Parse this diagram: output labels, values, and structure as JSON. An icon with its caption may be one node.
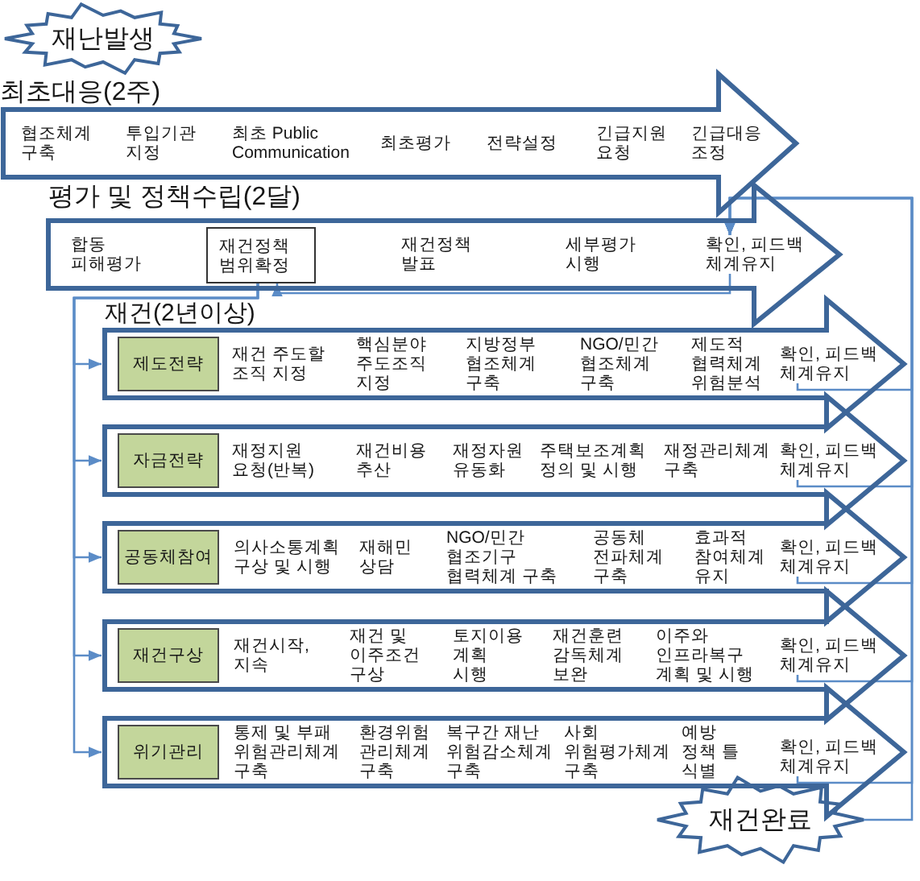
{
  "diagram": {
    "nodes": [
      {
        "text": [
          "재난발생"
        ]
      },
      {
        "text": [
          "최초대응(2주)",
          "협조체계 구축",
          "투입기관 지정",
          "최초 Public Communication",
          "최초평가",
          "전략설정",
          "긴급지원 요청",
          "긴급대응 조정"
        ]
      },
      {
        "text": [
          "평가 및 정책수립(2달)",
          "합동 피해평가",
          "재건정책 발표",
          "세부평가 시행"
        ]
      },
      {
        "text": [
          "재건정책 범위확정"
        ],
        "in": 2
      },
      {
        "text": [
          "확인, 피드백 체계유지"
        ],
        "in": 2
      },
      {
        "text": [
          "재건 주도할 조직 지정",
          "핵심분야 주도조직 지정",
          "지방정부 협조체계 구축",
          "NGO/민간 협조체계 구축",
          "제도적 협력체계 위험분석"
        ]
      },
      {
        "text": [
          "제도전략"
        ],
        "in": 5
      },
      {
        "text": [
          "확인, 피드백 체계유지"
        ],
        "in": 5
      },
      {
        "text": [
          "재정지원 요청(반복)",
          "재건비용 추산",
          "재정자원 유동화",
          "주택보조계획 정의 및 시행",
          "재정관리체계 구축"
        ]
      },
      {
        "text": [
          "자금전략"
        ],
        "in": 8
      },
      {
        "text": [
          "확인, 피드백 체계유지"
        ],
        "in": 8
      },
      {
        "text": [
          "의사소통계획 구상 및 시행",
          "재해민 상담",
          "NGO/민간 협조기구 협력체계 구축",
          "공동체 전파체계 구축",
          "효과적 참여체계 유지"
        ]
      },
      {
        "text": [
          "공동체참여"
        ],
        "in": 11
      },
      {
        "text": [
          "확인, 피드백 체계유지"
        ],
        "in": 11
      },
      {
        "text": [
          "재건시작, 지속",
          "재건 및 이주조건 구상",
          "토지이용 계획 시행",
          "재건훈련 감독체계 보완",
          "이주와 인프라복구 계획 및 시행"
        ]
      },
      {
        "text": [
          "재건구상"
        ],
        "in": 14
      },
      {
        "text": [
          "확인, 피드백 체계유지"
        ],
        "in": 14
      },
      {
        "text": [
          "통제 및 부패 위험관리체계 구축",
          "환경위험 관리체계 구축",
          "복구간 재난 위험감소체계 구축",
          "사회 위험평가체계 구축",
          "예방 정책 틀 식별"
        ]
      },
      {
        "text": [
          "위기관리"
        ],
        "in": 17
      },
      {
        "text": [
          "확인, 피드백 체계유지"
        ],
        "in": 17
      },
      {
        "text": [
          "재건완료"
        ]
      }
    ],
    "edges": [
      {
        "from": 4,
        "to": 3,
        "arrow": "to"
      },
      {
        "from": 3,
        "to": 5,
        "arrow": "to"
      },
      {
        "from": 3,
        "to": 8,
        "arrow": "to"
      },
      {
        "from": 3,
        "to": 11,
        "arrow": "to"
      },
      {
        "from": 3,
        "to": 14,
        "arrow": "to"
      },
      {
        "from": 3,
        "to": 17,
        "arrow": "to"
      },
      {
        "from": 7,
        "to": 4,
        "arrow": "to"
      },
      {
        "from": 10,
        "to": 4,
        "arrow": "to"
      },
      {
        "from": 13,
        "to": 4,
        "arrow": "to"
      },
      {
        "from": 16,
        "to": 4,
        "arrow": "to"
      },
      {
        "from": 19,
        "to": 4,
        "arrow": "to"
      },
      {
        "from": 20,
        "to": 4,
        "arrow": "to"
      }
    ],
    "labels": [
      "재건(2년이상)"
    ]
  }
}
